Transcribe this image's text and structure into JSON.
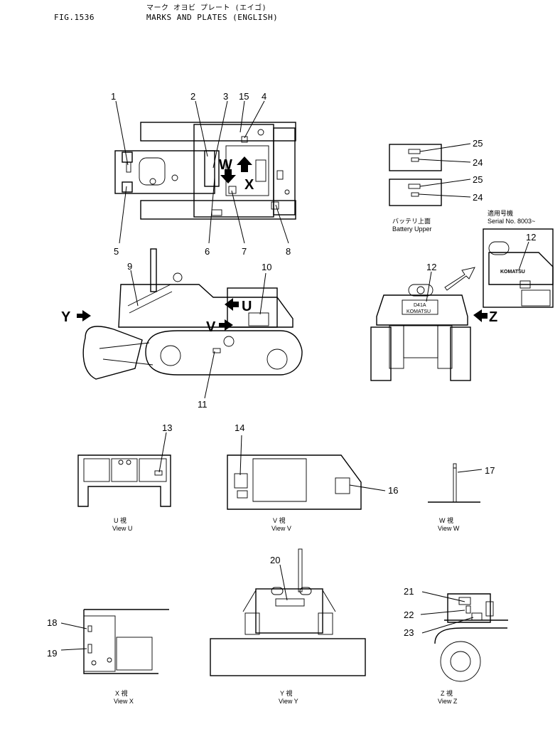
{
  "header": {
    "fig_label": "FIG.1536",
    "title_kana": "マーク オヨビ プレート (エイゴ)",
    "title": "MARKS AND PLATES (ENGLISH)"
  },
  "view_letters": {
    "u": "U",
    "v": "V",
    "w": "W",
    "x": "X",
    "y": "Y",
    "z": "Z"
  },
  "callouts": [
    "1",
    "2",
    "3",
    "15",
    "4",
    "5",
    "6",
    "7",
    "8",
    "9",
    "10",
    "11",
    "12",
    "12",
    "13",
    "14",
    "16",
    "17",
    "18",
    "19",
    "20",
    "21",
    "22",
    "23",
    "24",
    "24",
    "25",
    "25"
  ],
  "battery": {
    "label_jp": "バッテリ上面",
    "label_en": "Battery Upper"
  },
  "serial": {
    "label_jp": "適用号機",
    "label_en": "Serial No. 8003~"
  },
  "views": {
    "u": {
      "jp": "U 視",
      "en": "View U"
    },
    "v": {
      "jp": "V 視",
      "en": "View V"
    },
    "w": {
      "jp": "W 視",
      "en": "View W"
    },
    "x": {
      "jp": "X 視",
      "en": "View X"
    },
    "y": {
      "jp": "Y 視",
      "en": "View Y"
    },
    "z": {
      "jp": "Z 視",
      "en": "View Z"
    }
  },
  "plate_texts": {
    "model": "D41A",
    "brand": "KOMATSU"
  }
}
